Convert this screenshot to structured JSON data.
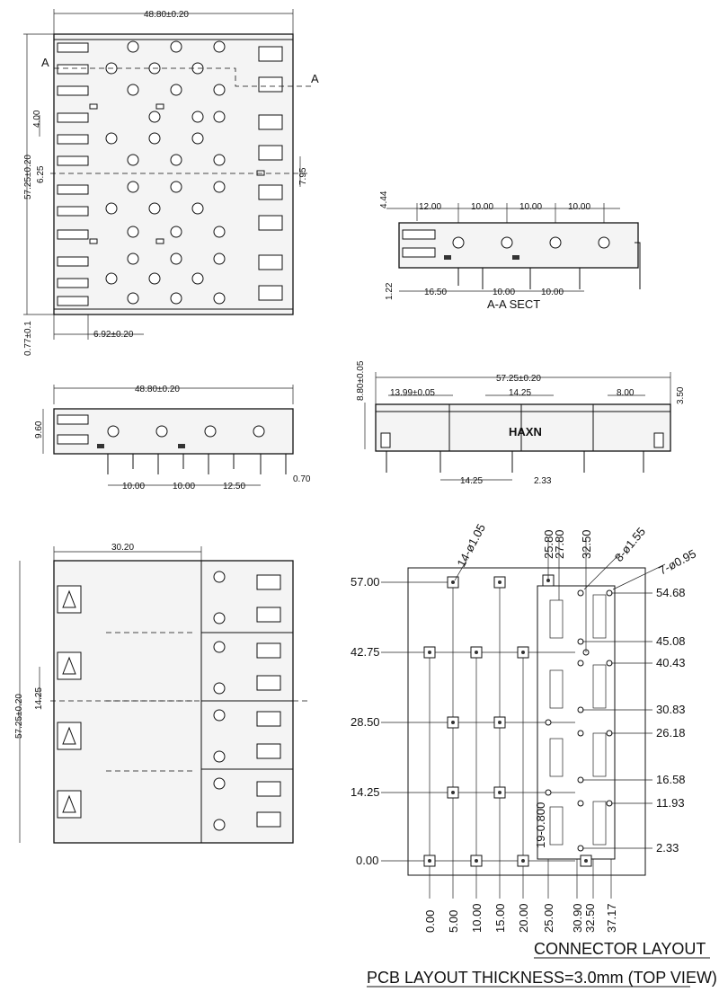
{
  "drawing": {
    "brand": "HAXN",
    "top_view_dims": {
      "width": "48.80±0.20",
      "height": "57.25±0.20",
      "pitch_4": "4.00",
      "pitch_6_25": "6.25",
      "right_7_95": "7.95",
      "bottom_6_92": "6.92±0.20",
      "left_small": "0.77±0.1",
      "section_mark": "A"
    },
    "section_view": {
      "title": "A-A SECT",
      "top_dims": [
        "12.00",
        "10.00",
        "10.00",
        "10.00"
      ],
      "bottom_dims": [
        "16.50",
        "10.00",
        "10.00"
      ],
      "height_top": "4.44",
      "height_bottom": "1.22"
    },
    "front_view": {
      "width": "48.80±0.20",
      "height": "9.60",
      "bottom_dims": [
        "10.00",
        "10.00",
        "12.50"
      ],
      "pin_dim": "0.70"
    },
    "side_view": {
      "width": "57.25±0.20",
      "height": "8.80±0.05",
      "top_dims": [
        "13.99±0.05",
        "14.25",
        "8.00"
      ],
      "right_dim": "3.50",
      "bottom_dims": [
        "14.25",
        "2.33"
      ]
    },
    "bottom_view": {
      "width": "30.20",
      "height": "57.25±0.20",
      "pitch": "14.25"
    },
    "pcb_layout": {
      "callouts": [
        "14-ø1.05",
        "8-ø1.55",
        "7-ø0.95",
        "19-0.800"
      ],
      "top_labels": [
        "25.80",
        "27.80",
        "32.50"
      ],
      "left_labels": [
        "57.00",
        "42.75",
        "28.50",
        "14.25",
        "0.00"
      ],
      "right_labels": [
        "54.68",
        "45.08",
        "40.43",
        "30.83",
        "26.18",
        "16.58",
        "11.93",
        "2.33"
      ],
      "bottom_labels": [
        "0.00",
        "5.00",
        "10.00",
        "15.00",
        "20.00",
        "25.00",
        "30.90",
        "32.50",
        "37.17"
      ],
      "connector_title": "CONNECTOR LAYOUT",
      "caption": "PCB LAYOUT THICKNESS=3.0mm (TOP VIEW)"
    }
  }
}
